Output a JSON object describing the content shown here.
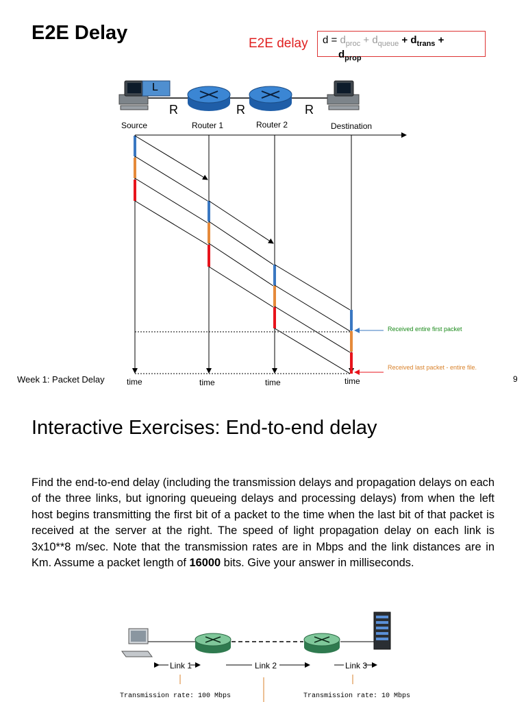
{
  "slide1": {
    "title": "E2E Delay",
    "e2e_label": "E2E delay",
    "formula": {
      "d_eq": "d =",
      "d_proc": "d",
      "proc_sub": "proc",
      "plus1": "+",
      "d_queue": "d",
      "queue_sub": "queue",
      "plus2": "+",
      "d_trans": "d",
      "trans_sub": "trans",
      "plus3": "+",
      "d_prop": "d",
      "prop_sub": "prop"
    },
    "link_labels": [
      "R",
      "R",
      "R"
    ],
    "host_link_label": "L",
    "nodes": [
      "Source",
      "Router 1",
      "Router 2",
      "Destination"
    ],
    "time_labels": [
      "time",
      "time",
      "time",
      "time"
    ],
    "annotations": {
      "first_packet": "Received entire first packet",
      "last_packet": "Received last packet - entire file."
    },
    "footer": "Week 1: Packet Delay",
    "page_number": "9",
    "colors": {
      "packet1": "#3a78c2",
      "packet2": "#e58a3a",
      "packet3": "#e8141c",
      "annot_green": "#1a8a1a",
      "annot_orange": "#d9822b",
      "title_red": "#e02020"
    }
  },
  "slide2": {
    "title": "Interactive Exercises: End-to-end delay",
    "paragraph_before": "Find the end-to-end delay (including the transmission delays and propagation delays on each of the three links, but ignoring queueing delays and processing delays) from when the left host begins transmitting the first bit of a packet to the time when the last bit of that packet is received at the server at the right. The speed of light propagation delay on each link is 3x10**8 m/sec. Note that the transmission rates are in Mbps and the link distances are in Km. Assume a packet length of ",
    "packet_bits": "16000",
    "paragraph_after": " bits. Give your answer in milliseconds.",
    "links": [
      "Link 1",
      "Link 2",
      "Link 3"
    ],
    "rates": [
      "Transmission rate: 100 Mbps",
      "Transmission rate: 10 Mbps"
    ]
  }
}
